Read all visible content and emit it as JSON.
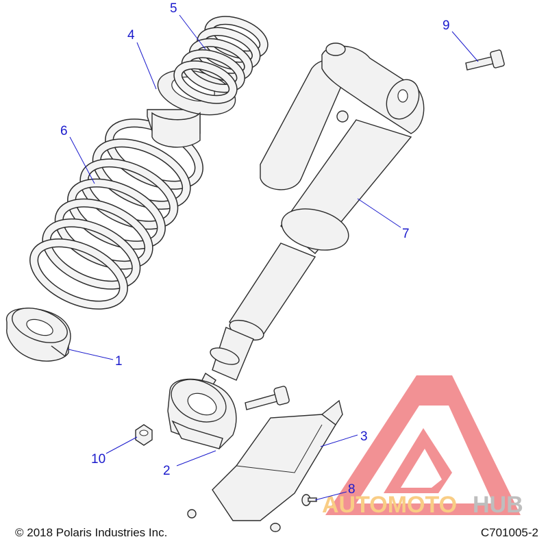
{
  "callouts": [
    {
      "id": "1",
      "label": "1"
    },
    {
      "id": "2",
      "label": "2"
    },
    {
      "id": "3",
      "label": "3"
    },
    {
      "id": "4",
      "label": "4"
    },
    {
      "id": "5",
      "label": "5"
    },
    {
      "id": "6",
      "label": "6"
    },
    {
      "id": "7",
      "label": "7"
    },
    {
      "id": "8",
      "label": "8"
    },
    {
      "id": "9",
      "label": "9"
    },
    {
      "id": "10",
      "label": "10"
    }
  ],
  "footer": {
    "copyright": "© 2018 Polaris Industries Inc.",
    "diagram_code": "C701005-2"
  },
  "watermark": {
    "text_orange": "AUTOMOTO",
    "text_gray": "HUB",
    "color_red": "#e8383d",
    "color_orange": "#f5a623",
    "color_gray": "#8a8a8a"
  },
  "colors": {
    "callout": "#1a1acc",
    "line": "#2b2b2b",
    "fill": "#f2f2f2"
  }
}
